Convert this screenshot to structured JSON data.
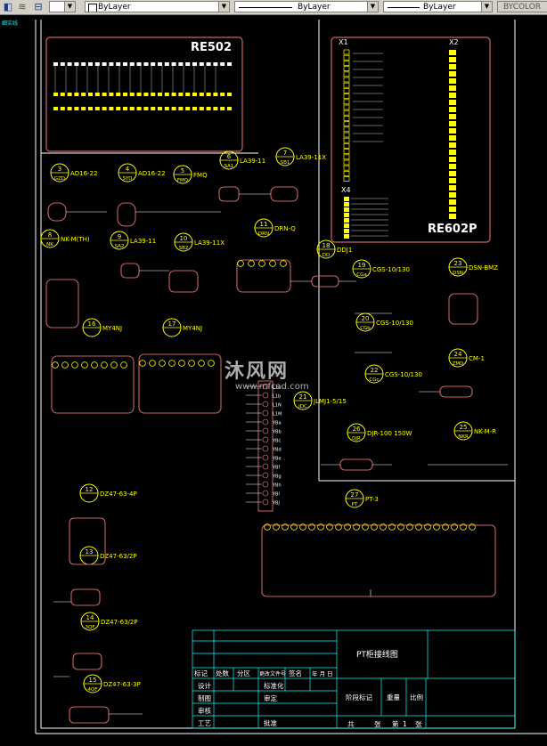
{
  "toolbar": {
    "color_combo": "ByLayer",
    "linetype_combo": "ByLayer",
    "lineweight_combo": "ByLayer",
    "plotstyle_combo": "BYCOLOR",
    "layer_tag": "细实线"
  },
  "panels": {
    "re502": "RE502",
    "re602p": "RE602P",
    "x1": "X1",
    "x2": "X2",
    "x4": "X4"
  },
  "components": [
    {
      "num": "3",
      "code": "GZD",
      "label": "AD16-22"
    },
    {
      "num": "4",
      "code": "SYD",
      "label": "AD16-22"
    },
    {
      "num": "5",
      "code": "FMQ",
      "label": "FMQ"
    },
    {
      "num": "6",
      "code": "SA1",
      "label": "LA39-11"
    },
    {
      "num": "7",
      "code": "SB1",
      "label": "LA39-11X"
    },
    {
      "num": "8",
      "code": "NK",
      "label": "NK-M(TH)"
    },
    {
      "num": "9",
      "code": "SA2",
      "label": "LA39-11"
    },
    {
      "num": "10",
      "code": "SB2",
      "label": "LA39-11X"
    },
    {
      "num": "11",
      "code": "DRN",
      "label": "DRN-Q"
    },
    {
      "num": "18",
      "code": "DD",
      "label": "DDJ1"
    },
    {
      "num": "19",
      "code": "CGa",
      "label": "CGS-10/130"
    },
    {
      "num": "20",
      "code": "CGb",
      "label": "CGS-10/130"
    },
    {
      "num": "22",
      "code": "CGc",
      "label": "CGS-10/130"
    },
    {
      "num": "23",
      "code": "DSN",
      "label": "DSN-BMZ"
    },
    {
      "num": "24",
      "code": "ZMD",
      "label": "CM-1"
    },
    {
      "num": "16",
      "code": "",
      "label": "MY4NJ"
    },
    {
      "num": "17",
      "code": "",
      "label": "MY4NJ"
    },
    {
      "num": "21",
      "code": "JDC",
      "label": "JLMJ1-5/15"
    },
    {
      "num": "26",
      "code": "DJR",
      "label": "DJR-100 150W"
    },
    {
      "num": "25",
      "code": "NKR",
      "label": "NK-M-R"
    },
    {
      "num": "27",
      "code": "PT",
      "label": "PT-3"
    },
    {
      "num": "12",
      "code": "",
      "label": "DZ47-63-4P"
    },
    {
      "num": "13",
      "code": "",
      "label": "DZ47-63/2P"
    },
    {
      "num": "14",
      "code": "3QF",
      "label": "DZ47-63/2P"
    },
    {
      "num": "15",
      "code": "4QF",
      "label": "DZ47-63-3P"
    }
  ],
  "terminal_labels": [
    "L1a",
    "L1b",
    "L1N",
    "L1M",
    "YBa",
    "YBb",
    "YBc",
    "YBd",
    "YBe",
    "YBf",
    "YBg",
    "YBh",
    "YBi",
    "YBj"
  ],
  "title_block": {
    "drawing_title": "PT柜接线图",
    "row1": [
      "标记",
      "处数",
      "分区",
      "更改文件号",
      "签名",
      "年 月 日"
    ],
    "designer": "设计",
    "standard": "标准化",
    "stage_mark": "阶段标记",
    "weight": "重量",
    "scale": "比例",
    "drafter": "制图",
    "reviewer": "审定",
    "checker": "审核",
    "craft": "工艺",
    "approve": "批准",
    "total_prefix": "共",
    "total_suffix": "张",
    "sheet_prefix": "第",
    "sheet_number": "1",
    "sheet_suffix": "张"
  },
  "watermark": {
    "text": "沐风网",
    "url": "www.mfcad.com"
  },
  "colors": {
    "background": "#000000",
    "frame": "#ffffff",
    "device_outline": "#c86464",
    "component_circle": "#ffff00",
    "title_grid": "#00ffff",
    "dot_strip": "#ffff00"
  }
}
